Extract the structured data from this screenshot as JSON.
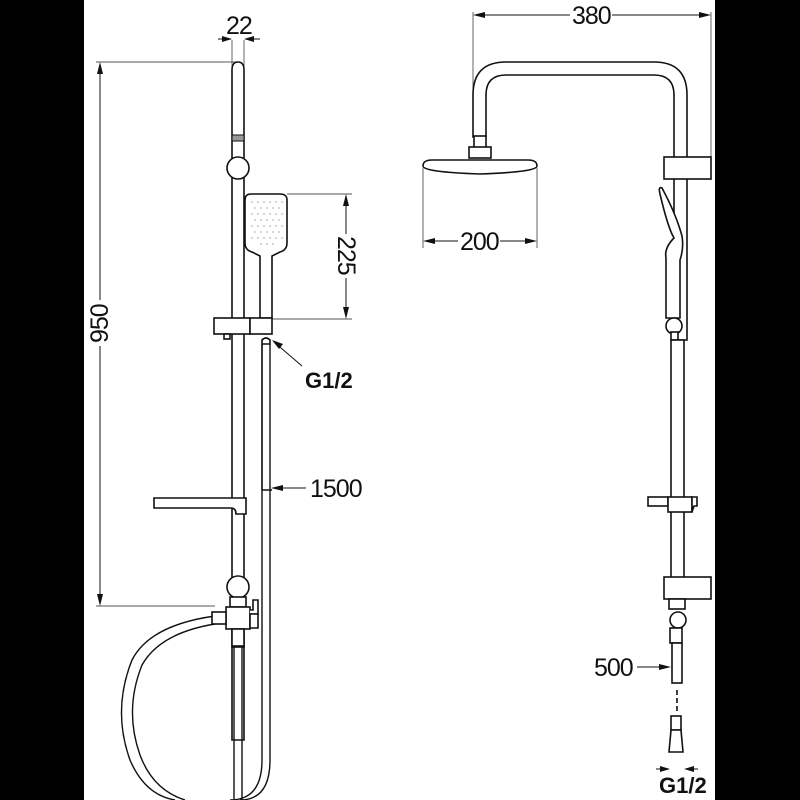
{
  "drawing": {
    "title": "Shower set technical drawing",
    "background_color": "#ffffff",
    "frame_color": "#000000",
    "line_color": "#111111",
    "left_view": {
      "dimensions": {
        "rail_diameter": "22",
        "overall_height": "950",
        "hand_shower_length": "225",
        "connection_thread": "G1/2",
        "hose_length": "1500"
      }
    },
    "right_view": {
      "dimensions": {
        "arm_projection": "380",
        "head_diameter": "200",
        "supply_pipe_length": "500",
        "inlet_thread": "G1/2"
      }
    }
  }
}
